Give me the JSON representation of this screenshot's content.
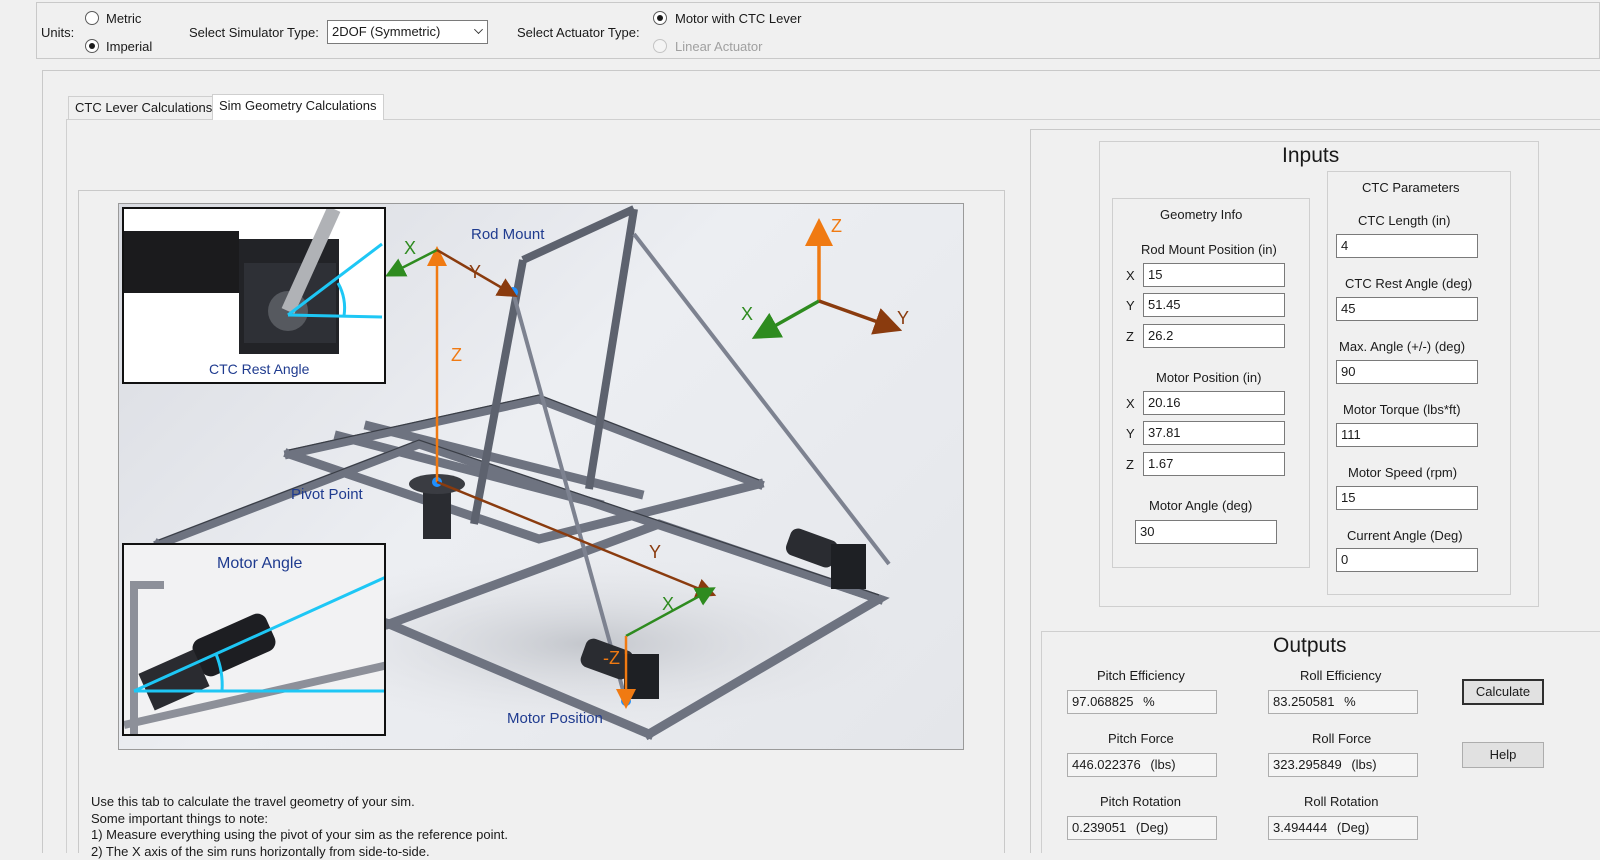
{
  "top": {
    "units_label": "Units:",
    "units_options": [
      {
        "label": "Metric",
        "selected": false
      },
      {
        "label": "Imperial",
        "selected": true
      }
    ],
    "sim_type_label": "Select Simulator Type:",
    "sim_type_value": "2DOF (Symmetric)",
    "actuator_label": "Select Actuator Type:",
    "actuator_options": [
      {
        "label": "Motor with CTC Lever",
        "selected": true,
        "enabled": true
      },
      {
        "label": "Linear Actuator",
        "selected": false,
        "enabled": false
      }
    ]
  },
  "tabs": [
    {
      "label": "CTC Lever Calculations",
      "active": false
    },
    {
      "label": "Sim Geometry Calculations",
      "active": true
    }
  ],
  "diagram": {
    "labels": {
      "rod_mount": "Rod Mount",
      "pivot_point": "Pivot Point",
      "motor_position": "Motor Position",
      "ctc_rest_angle": "CTC Rest Angle",
      "motor_angle": "Motor Angle"
    },
    "axes": {
      "x": "X",
      "y": "Y",
      "z": "Z",
      "neg_z": "-Z"
    },
    "colors": {
      "z_axis": "#f07a12",
      "x_axis": "#2e8b1f",
      "y_axis": "#8a3b0e",
      "highlight": "#1ec7f5"
    }
  },
  "instructions": [
    "Use this tab to calculate the travel geometry of your sim.",
    "Some important things to note:",
    "1) Measure everything using the pivot of your sim as the reference point.",
    "2) The X axis of the sim runs horizontally from side-to-side."
  ],
  "inputs": {
    "title": "Inputs",
    "geometry": {
      "title": "Geometry Info",
      "rod_mount_label": "Rod Mount Position (in)",
      "rod_mount": [
        {
          "axis": "X",
          "value": "15"
        },
        {
          "axis": "Y",
          "value": "51.45"
        },
        {
          "axis": "Z",
          "value": "26.2"
        }
      ],
      "motor_pos_label": "Motor Position (in)",
      "motor_pos": [
        {
          "axis": "X",
          "value": "20.16"
        },
        {
          "axis": "Y",
          "value": "37.81"
        },
        {
          "axis": "Z",
          "value": "1.67"
        }
      ],
      "motor_angle_label": "Motor Angle (deg)",
      "motor_angle_value": "30"
    },
    "ctc": {
      "title": "CTC Parameters",
      "fields": [
        {
          "label": "CTC Length (in)",
          "value": "4"
        },
        {
          "label": "CTC Rest Angle (deg)",
          "value": "45"
        },
        {
          "label": "Max. Angle (+/-) (deg)",
          "value": "90"
        },
        {
          "label": "Motor Torque (lbs*ft)",
          "value": "111"
        },
        {
          "label": "Motor Speed (rpm)",
          "value": "15"
        },
        {
          "label": "Current Angle (Deg)",
          "value": "0"
        }
      ]
    }
  },
  "outputs": {
    "title": "Outputs",
    "fields": [
      {
        "label": "Pitch Efficiency",
        "value": "97.068825",
        "unit": "%"
      },
      {
        "label": "Roll Efficiency",
        "value": "83.250581",
        "unit": "%"
      },
      {
        "label": "Pitch Force",
        "value": "446.022376",
        "unit": "(lbs)"
      },
      {
        "label": "Roll Force",
        "value": "323.295849",
        "unit": "(lbs)"
      },
      {
        "label": "Pitch Rotation",
        "value": "0.239051",
        "unit": "(Deg)"
      },
      {
        "label": "Roll Rotation",
        "value": "3.494444",
        "unit": "(Deg)"
      }
    ],
    "calculate_label": "Calculate",
    "help_label": "Help"
  }
}
